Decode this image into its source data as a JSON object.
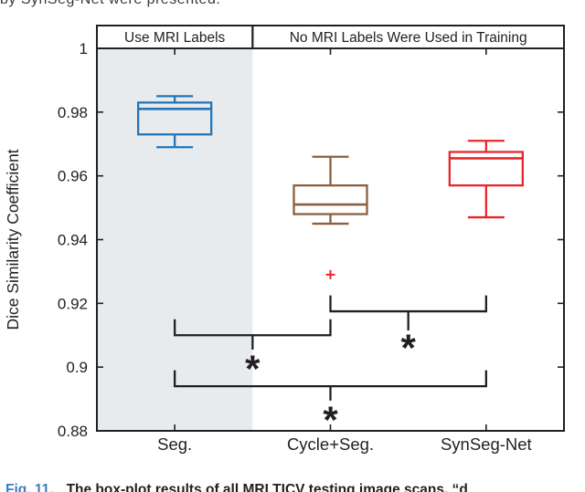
{
  "page": {
    "top_partial_text": "by SynSeg-Net were presented.",
    "caption_prefix": "Fig. 11.",
    "caption_text": "The box-plot results of all MRI TICV testing image scans. “d",
    "caption_accent_color": "#3c7fc0"
  },
  "chart_data": {
    "type": "boxplot",
    "title": "",
    "ylabel": "Dice Similarity Coefficient",
    "xlabel": "",
    "ylim": [
      0.88,
      1.0
    ],
    "yticks": [
      1,
      0.98,
      0.96,
      0.94,
      0.92,
      0.9,
      0.88
    ],
    "ytick_labels": [
      "1",
      "0.98",
      "0.96",
      "0.94",
      "0.92",
      "0.9",
      "0.88"
    ],
    "categories": [
      "Seg.",
      "Cycle+Seg.",
      "SynSeg-Net"
    ],
    "header_groups": [
      {
        "label": "Use MRI Labels",
        "span": [
          0,
          1
        ],
        "shaded": true
      },
      {
        "label": "No MRI Labels Were Used in Training",
        "span": [
          1,
          3
        ],
        "shaded": false
      }
    ],
    "series": [
      {
        "name": "Seg.",
        "color": "#2575b6",
        "whisker_low": 0.969,
        "q1": 0.973,
        "median": 0.981,
        "q3": 0.983,
        "whisker_high": 0.985,
        "outliers": []
      },
      {
        "name": "Cycle+Seg.",
        "color": "#8d5f3e",
        "whisker_low": 0.945,
        "q1": 0.948,
        "median": 0.951,
        "q3": 0.957,
        "whisker_high": 0.966,
        "outliers": [
          0.929
        ]
      },
      {
        "name": "SynSeg-Net",
        "color": "#e8262b",
        "whisker_low": 0.947,
        "q1": 0.957,
        "median": 0.9655,
        "q3": 0.9675,
        "whisker_high": 0.971,
        "outliers": []
      }
    ],
    "outlier_marker": {
      "glyph": "+",
      "color": "#e8262b"
    },
    "significance_brackets": [
      {
        "between": [
          1,
          2
        ],
        "bar_y": 0.9175,
        "end_y": 0.9225,
        "tick_y": 0.9115,
        "star_y": 0.907,
        "label": "*"
      },
      {
        "between": [
          0,
          1
        ],
        "bar_y": 0.91,
        "end_y": 0.915,
        "tick_y": 0.9055,
        "star_y": 0.9005,
        "label": "*"
      },
      {
        "between": [
          0,
          2
        ],
        "bar_y": 0.894,
        "end_y": 0.899,
        "tick_y": 0.8895,
        "star_y": 0.8845,
        "label": "*"
      }
    ],
    "shaded_region_color": "#e8ebee",
    "axis_color": "#231f20",
    "grid": false,
    "legend": false
  }
}
